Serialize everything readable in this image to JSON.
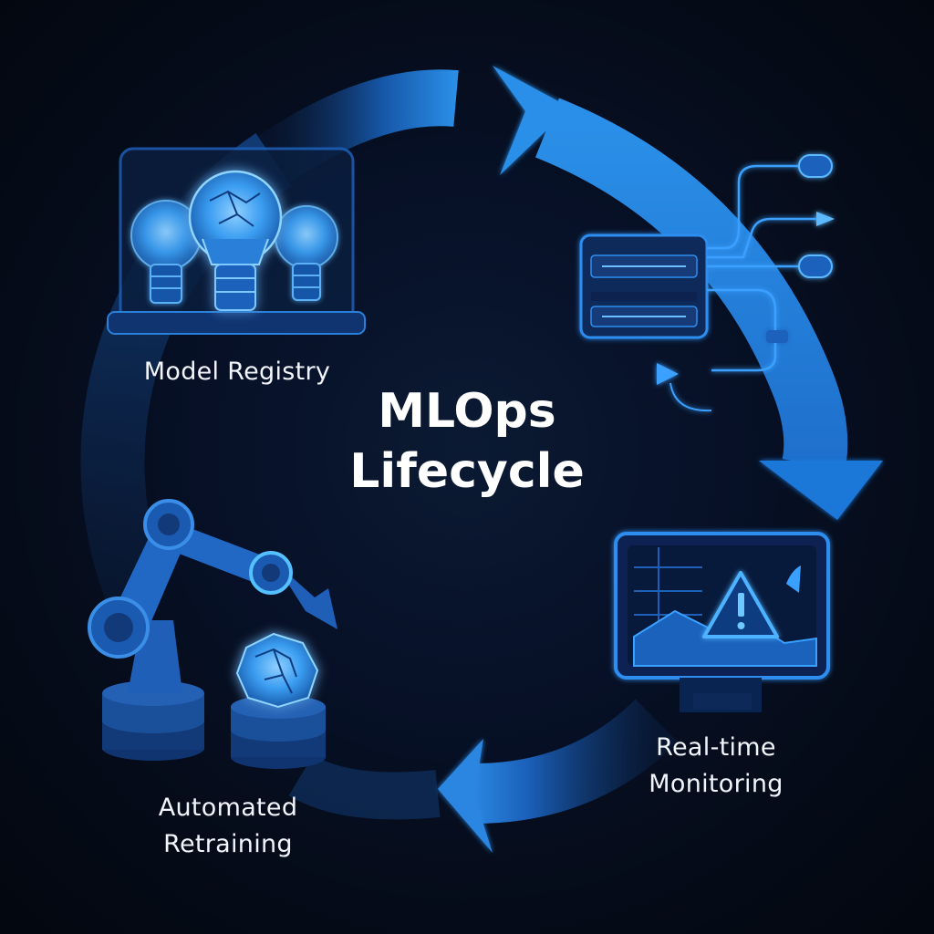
{
  "title": {
    "line1": "MLOps",
    "line2": "Lifecycle"
  },
  "stages": {
    "model_registry": {
      "label": "Model Registry",
      "icon": "lightbulb-models-icon"
    },
    "deployment": {
      "icon": "deployment-pipeline-icon"
    },
    "monitoring": {
      "line1": "Real-time",
      "line2": "Monitoring",
      "icon": "monitor-warning-icon"
    },
    "retraining": {
      "line1": "Automated",
      "line2": "Retraining",
      "icon": "robotic-arm-icon"
    }
  },
  "colors": {
    "background": "#050b18",
    "accent": "#1e7bd6",
    "glow": "#49b4ff",
    "text": "#f2f5fb"
  }
}
